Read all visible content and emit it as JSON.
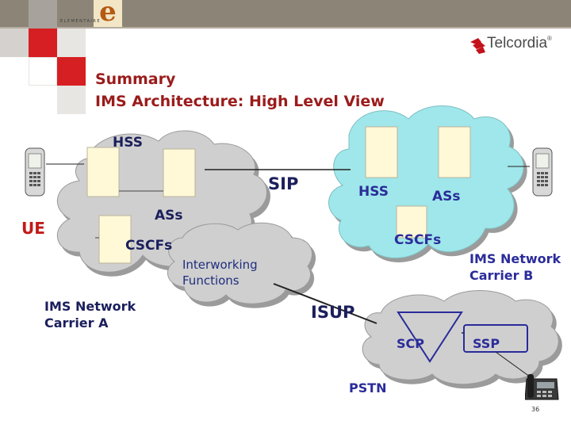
{
  "header": {
    "title_line1": "Summary",
    "title_line2": "IMS Architecture: High Level View",
    "logo_letter": "e",
    "logo_text": "ELEMENTAIRE",
    "brand": "Telcordia",
    "brand_mark": "®"
  },
  "colors": {
    "title": "#9b1b1b",
    "cloud_fill": "#cfcfcf",
    "cloud_b_fill": "#9fe7ea",
    "box_fill": "#fff9d8",
    "navy": "#1b1f5c",
    "ue_red": "#c21a1a",
    "scp_border": "#2a2a9a",
    "brand_red": "#c4121a"
  },
  "diagram": {
    "network_a": {
      "hss": "HSS",
      "ascs": "ASs",
      "cscfs": "CSCFs",
      "name_line1": "IMS Network",
      "name_line2": "Carrier A"
    },
    "network_b": {
      "hss": "HSS",
      "ascs": "ASs",
      "cscfs": "CSCFs",
      "name_line1": "IMS Network",
      "name_line2": "Carrier B"
    },
    "interworking_line1": "Interworking",
    "interworking_line2": "Functions",
    "sip": "SIP",
    "isup": "ISUP",
    "ue": "UE",
    "pstn": {
      "name": "PSTN",
      "scp": "SCP",
      "ssp": "SSP"
    },
    "icons": [
      "mobile-phone-icon",
      "mobile-phone-icon",
      "desk-phone-icon"
    ]
  },
  "footer": {
    "page_number": "36"
  }
}
